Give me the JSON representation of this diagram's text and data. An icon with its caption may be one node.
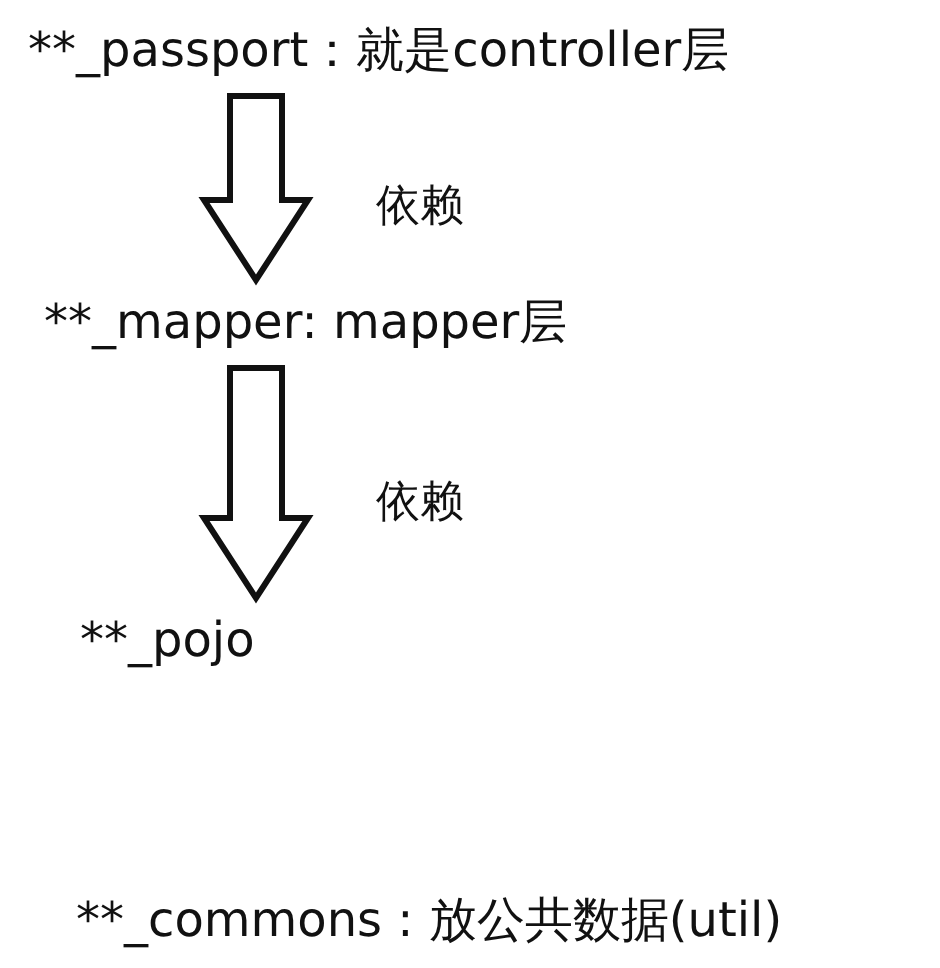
{
  "diagram": {
    "nodes": [
      {
        "text": [
          "**_passport：就是controller层"
        ]
      },
      {
        "text": [
          "**_mapper: mapper层"
        ]
      },
      {
        "text": [
          "**_pojo"
        ]
      },
      {
        "text": [
          "**_commons : 放公共数据(util)"
        ]
      }
    ],
    "edges": [
      {
        "from": 0,
        "to": 1,
        "arrow": "to",
        "label": "依赖"
      },
      {
        "from": 1,
        "to": 2,
        "arrow": "to",
        "label": "依赖"
      }
    ]
  }
}
